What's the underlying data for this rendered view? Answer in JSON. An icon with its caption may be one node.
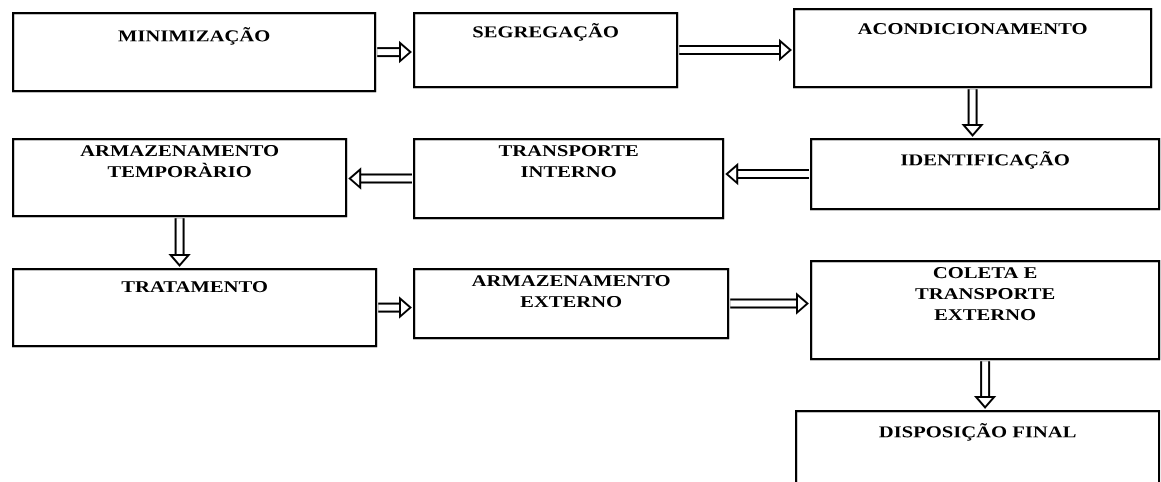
{
  "diagram": {
    "nodes": [
      {
        "text": [
          "MINIMIZAÇÃO"
        ]
      },
      {
        "text": [
          "SEGREGAÇÃO"
        ]
      },
      {
        "text": [
          "ACONDICIONAMENTO"
        ]
      },
      {
        "text": [
          "IDENTIFICAÇÃO"
        ]
      },
      {
        "text": [
          "TRANSPORTE INTERNO"
        ]
      },
      {
        "text": [
          "ARMAZENAMENTO TEMPORÀRIO"
        ]
      },
      {
        "text": [
          "TRATAMENTO"
        ]
      },
      {
        "text": [
          "ARMAZENAMENTO EXTERNO"
        ]
      },
      {
        "text": [
          "COLETA E TRANSPORTE EXTERNO"
        ]
      },
      {
        "text": [
          "DISPOSIÇÃO FINAL"
        ]
      }
    ],
    "edges": [
      {
        "from": 0,
        "to": 1,
        "arrow": "to"
      },
      {
        "from": 1,
        "to": 2,
        "arrow": "to"
      },
      {
        "from": 2,
        "to": 3,
        "arrow": "to"
      },
      {
        "from": 3,
        "to": 4,
        "arrow": "to"
      },
      {
        "from": 4,
        "to": 5,
        "arrow": "to"
      },
      {
        "from": 5,
        "to": 6,
        "arrow": "to"
      },
      {
        "from": 6,
        "to": 7,
        "arrow": "to"
      },
      {
        "from": 7,
        "to": 8,
        "arrow": "to"
      },
      {
        "from": 8,
        "to": 9,
        "arrow": "to"
      }
    ]
  }
}
